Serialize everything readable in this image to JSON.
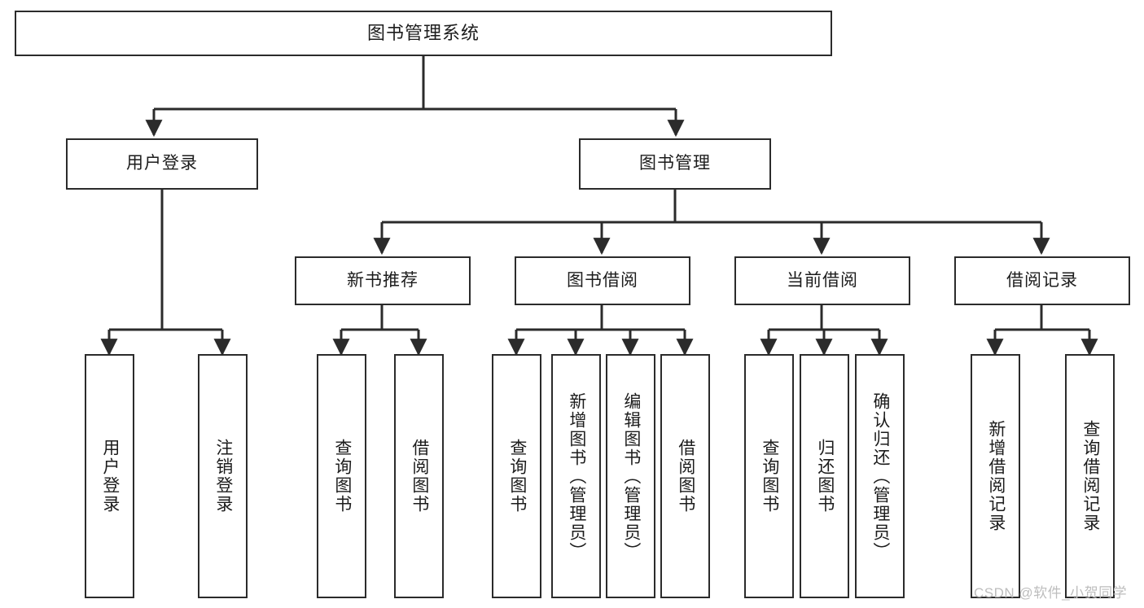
{
  "diagram": {
    "title": "图书管理系统",
    "type": "tree-hierarchy",
    "watermark": "CSDN @软件_小贺同学",
    "colors": {
      "border": "#2b2b2b",
      "background": "#ffffff",
      "text": "#1c1c1c",
      "watermark": "#bdbdbd"
    },
    "nodes": {
      "root": {
        "label": "图书管理系统"
      },
      "level2": [
        {
          "id": "user-login",
          "label": "用户登录"
        },
        {
          "id": "book-manage",
          "label": "图书管理"
        }
      ],
      "level3": [
        {
          "id": "new-book-recommend",
          "label": "新书推荐"
        },
        {
          "id": "book-borrow",
          "label": "图书借阅"
        },
        {
          "id": "current-borrow",
          "label": "当前借阅"
        },
        {
          "id": "borrow-record",
          "label": "借阅记录"
        }
      ],
      "leaves": {
        "user_login": [
          {
            "id": "leaf-user-login",
            "label": "用户登录"
          },
          {
            "id": "leaf-logout",
            "label": "注销登录"
          }
        ],
        "new_book_recommend": [
          {
            "id": "leaf-query-book-1",
            "label": "查询图书"
          },
          {
            "id": "leaf-borrow-book-1",
            "label": "借阅图书"
          }
        ],
        "book_borrow": [
          {
            "id": "leaf-query-book-2",
            "label": "查询图书"
          },
          {
            "id": "leaf-add-book",
            "label": "新增图书（管理员）"
          },
          {
            "id": "leaf-edit-book",
            "label": "编辑图书（管理员）"
          },
          {
            "id": "leaf-borrow-book-2",
            "label": "借阅图书"
          }
        ],
        "current_borrow": [
          {
            "id": "leaf-query-book-3",
            "label": "查询图书"
          },
          {
            "id": "leaf-return-book",
            "label": "归还图书"
          },
          {
            "id": "leaf-confirm-return",
            "label": "确认归还（管理员）"
          }
        ],
        "borrow_record": [
          {
            "id": "leaf-add-record",
            "label": "新增借阅记录"
          },
          {
            "id": "leaf-query-record",
            "label": "查询借阅记录"
          }
        ]
      }
    }
  }
}
